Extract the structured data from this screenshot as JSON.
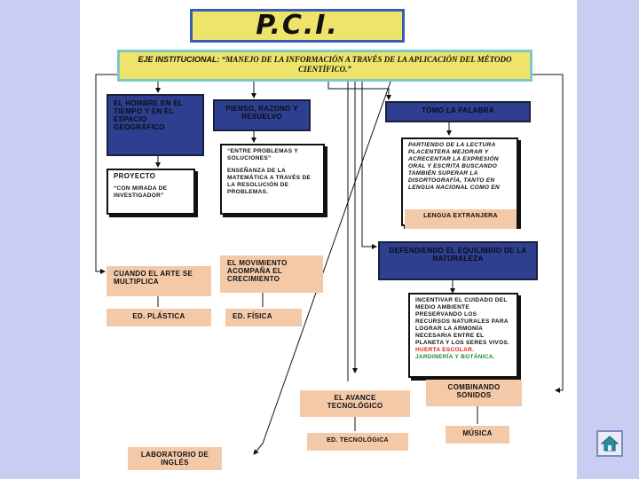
{
  "title": "P.C.I.",
  "eje": {
    "label": "EJE INSTITUCIONAL:",
    "text": "“MANEJO DE LA INFORMACIÓN A TRAVÉS DE LA APLICACIÓN DEL MÉTODO CIENTÍFICO.”"
  },
  "boxes": {
    "hombre": "EL HOMBRE EN EL TIEMPO Y EN EL ESPACIO GEOGRÁFICO",
    "pienso": "PIENSO, RAZONO Y RESUELVO",
    "tomo": "TOMO LA PALABRA",
    "proyecto_title": "PROYECTO",
    "proyecto_text": "“CON MIRADA DE INVESTIGADOR”",
    "entre": "“ENTRE PROBLEMAS Y SOLUCIONES”",
    "ensenanza": "ENSEÑANZA DE LA MATEMÁTICA A TRAVÉS DE LA RESOLUCIÓN DE PROBLEMAS.",
    "partiendo": "PARTIENDO DE LA LECTURA PLACENTERA MEJORAR Y ACRECENTAR LA EXPRESIÓN ORAL Y ESCRITA BUSCANDO TAMBIÉN SUPERAR LA DISORTOGRAFÍA, TANTO EN LENGUA NACIONAL COMO EN",
    "lengua": "LENGUA EXTRANJERA",
    "arte": "CUANDO EL ARTE SE MULTIPLICA",
    "plastica": "ED. PLÁSTICA",
    "movimiento": "EL MOVIMIENTO ACOMPAÑA EL CRECIMIENTO",
    "fisica": "ED. FÍSICA",
    "defendiendo": "DEFENDIENDO EL EQUILIBRIO DE LA NATURALEZA",
    "incentivar": "INCENTIVAR EL CUIDADO DEL MEDIO AMBIENTE PRESERVANDO LOS RECURSOS NATURALES PARA LOGRAR LA ARMONÍA NECESARIA ENTRE EL PLANETA Y LOS SERES VIVOS.",
    "huerta": "HUERTA ESCOLAR.",
    "jardineria": "JARDINERÍA Y BOTÁNICA.",
    "avance": "EL AVANCE TECNOLÓGICO",
    "tecnologica": "ED. TECNOLÓGICA",
    "combinando": "COMBINANDO SONIDOS",
    "musica": "MÚSICA",
    "laboratorio": "LABORATORIO DE INGLÉS"
  },
  "colors": {
    "background": "#c9cdf2",
    "title_fill": "#efe46a",
    "blue_box": "#2d3f8e",
    "peach_box": "#f4c9a8",
    "highlight_red": "#e0201a",
    "highlight_green": "#1b8a2a"
  },
  "icons": {
    "home": "home-icon"
  }
}
